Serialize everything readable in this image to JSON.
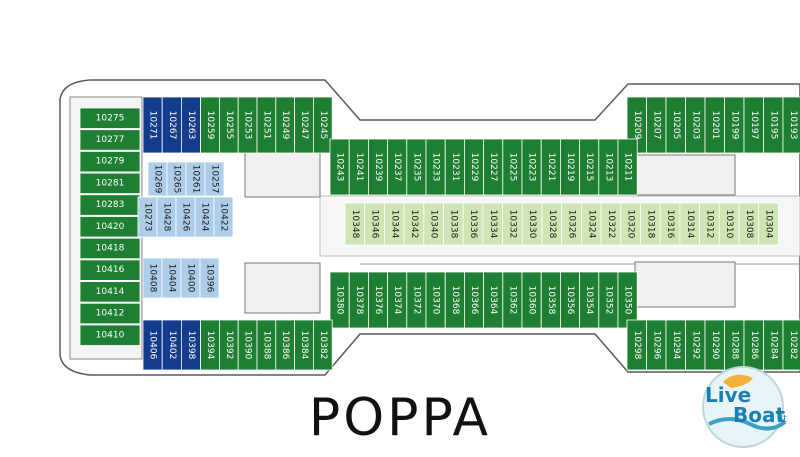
{
  "title": "POPPA",
  "logo": {
    "line1": "Live",
    "line2": "Boat",
    "suffix": ".it"
  },
  "colors": {
    "green": "#1e7f33",
    "blue": "#143c8c",
    "lightblue": "#aecde8",
    "lightgreen": "#cde6b4",
    "outline": "#5a5a5a"
  },
  "cabins": {
    "left_column": [
      "10275",
      "10277",
      "10279",
      "10281",
      "10283",
      "10420",
      "10418",
      "10416",
      "10414",
      "10412",
      "10410"
    ],
    "top_outer_blue": [
      "10271",
      "10267",
      "10263"
    ],
    "top_outer_green_left": [
      "10259",
      "10255",
      "10253",
      "10251",
      "10249",
      "10247",
      "10245"
    ],
    "upper_corridor": [
      "10243",
      "10241",
      "10239",
      "10237",
      "10235",
      "10233",
      "10231",
      "10229",
      "10227",
      "10225",
      "10223",
      "10221",
      "10219",
      "10215",
      "10213",
      "10211"
    ],
    "top_outer_green_right": [
      "10209",
      "10207",
      "10205",
      "10203",
      "10201",
      "10199",
      "10197",
      "10195",
      "10193"
    ],
    "blue_block_top": [
      "10269",
      "10265",
      "10261",
      "10257"
    ],
    "blue_block_top_row2": [
      "10273",
      "10428",
      "10426",
      "10424",
      "10422"
    ],
    "blue_block_bottom": [
      "10408",
      "10404",
      "10400",
      "10396"
    ],
    "center_light": [
      "10348",
      "10346",
      "10344",
      "10342",
      "10340",
      "10338",
      "10336",
      "10334",
      "10332",
      "10330",
      "10328",
      "10326",
      "10324",
      "10322",
      "10320",
      "10318",
      "10316",
      "10314",
      "10312",
      "10310",
      "10308",
      "10304"
    ],
    "lower_corridor": [
      "10380",
      "10378",
      "10376",
      "10374",
      "10372",
      "10370",
      "10368",
      "10366",
      "10364",
      "10362",
      "10360",
      "10358",
      "10356",
      "10354",
      "10352",
      "10350"
    ],
    "bottom_outer_blue": [
      "10406",
      "10402",
      "10398"
    ],
    "bottom_outer_green_left": [
      "10394",
      "10392",
      "10390",
      "10388",
      "10386",
      "10384",
      "10382"
    ],
    "bottom_outer_green_right": [
      "10298",
      "10296",
      "10294",
      "10292",
      "10290",
      "10288",
      "10286",
      "10284",
      "10282"
    ]
  }
}
